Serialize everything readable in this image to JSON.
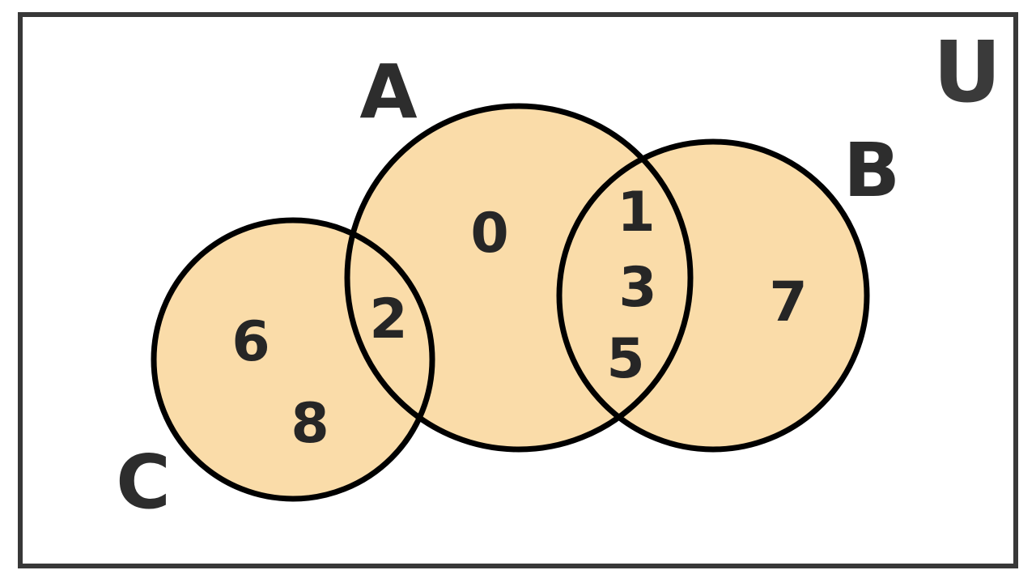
{
  "diagram": {
    "type": "venn",
    "universe_label": "U",
    "sets": [
      {
        "id": "A",
        "label": "A"
      },
      {
        "id": "B",
        "label": "B"
      },
      {
        "id": "C",
        "label": "C"
      }
    ],
    "regions": {
      "a_only": {
        "elements": [
          "0"
        ]
      },
      "a_and_b": {
        "elements": [
          "1",
          "3",
          "5"
        ]
      },
      "a_and_c": {
        "elements": [
          "2"
        ]
      },
      "b_only": {
        "elements": [
          "7"
        ]
      },
      "c_only": {
        "elements": [
          "6",
          "8"
        ]
      }
    }
  },
  "colors": {
    "background": "#ffffff",
    "frame_stroke": "#383838",
    "circle_fill": "#fadca9",
    "circle_stroke": "#000000",
    "set_label": "#2d2d2d",
    "universe_label": "#3a3a3a",
    "element_text": "#262626"
  }
}
